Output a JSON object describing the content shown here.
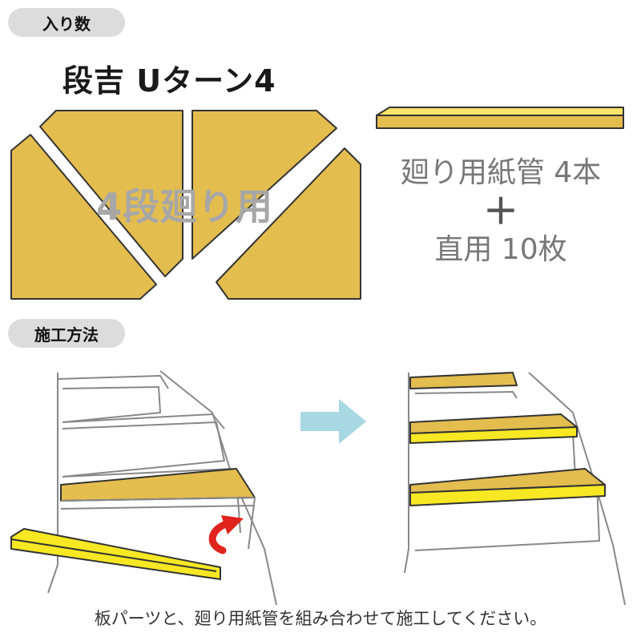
{
  "sections": {
    "contents_label": "入り数",
    "method_label": "施工方法"
  },
  "product": {
    "title": "段吉 Uターン4",
    "panel_label": "4段廻り用"
  },
  "parts": {
    "line1": "廻り用紙管 4本",
    "plus": "＋",
    "line2": "直用 10枚"
  },
  "caption": "板パーツと、廻り用紙管を組み合わせて施工してください。",
  "colors": {
    "board": "#e4bd4f",
    "tube": "#f7e823",
    "arrow": "#a8d8e2",
    "curve_arrow": "#e1231d",
    "pill": "#dcdcdc"
  },
  "icons": {
    "flow_arrow": "right-arrow-icon",
    "rotate_arrow": "curved-up-arrow-icon"
  }
}
